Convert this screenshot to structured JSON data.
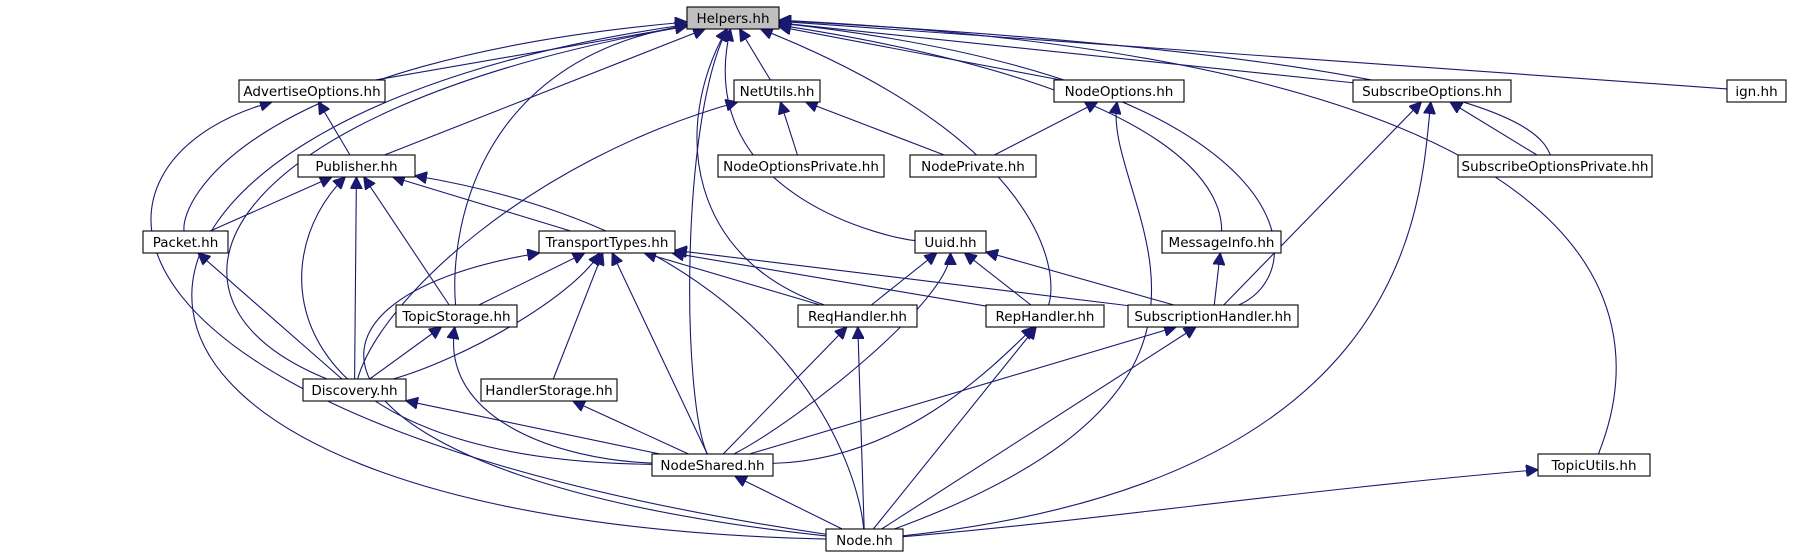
{
  "graph": {
    "title": "",
    "colors": {
      "edge": "#191970",
      "node_border": "#000000",
      "node_fill": "#ffffff",
      "root_fill": "#bfbfbf"
    },
    "nodes": [
      {
        "id": "helpers",
        "label": "Helpers.hh",
        "root": true
      },
      {
        "id": "advertiseoptions",
        "label": "AdvertiseOptions.hh"
      },
      {
        "id": "netutils",
        "label": "NetUtils.hh"
      },
      {
        "id": "nodeoptions",
        "label": "NodeOptions.hh"
      },
      {
        "id": "subscribeoptions",
        "label": "SubscribeOptions.hh"
      },
      {
        "id": "ign",
        "label": "ign.hh"
      },
      {
        "id": "publisher",
        "label": "Publisher.hh"
      },
      {
        "id": "nodeoptionsprivate",
        "label": "NodeOptionsPrivate.hh"
      },
      {
        "id": "nodeprivate",
        "label": "NodePrivate.hh"
      },
      {
        "id": "subscribeoptionsprivate",
        "label": "SubscribeOptionsPrivate.hh"
      },
      {
        "id": "packet",
        "label": "Packet.hh"
      },
      {
        "id": "transporttypes",
        "label": "TransportTypes.hh"
      },
      {
        "id": "uuid",
        "label": "Uuid.hh"
      },
      {
        "id": "messageinfo",
        "label": "MessageInfo.hh"
      },
      {
        "id": "topicstorage",
        "label": "TopicStorage.hh"
      },
      {
        "id": "reqhandler",
        "label": "ReqHandler.hh"
      },
      {
        "id": "rephandler",
        "label": "RepHandler.hh"
      },
      {
        "id": "subscriptionhandler",
        "label": "SubscriptionHandler.hh"
      },
      {
        "id": "discovery",
        "label": "Discovery.hh"
      },
      {
        "id": "handlerstorage",
        "label": "HandlerStorage.hh"
      },
      {
        "id": "nodeshared",
        "label": "NodeShared.hh"
      },
      {
        "id": "topicutils",
        "label": "TopicUtils.hh"
      },
      {
        "id": "node",
        "label": "Node.hh"
      }
    ],
    "edges": [
      {
        "from": "helpers",
        "to": "advertiseoptions"
      },
      {
        "from": "helpers",
        "to": "netutils"
      },
      {
        "from": "helpers",
        "to": "nodeoptions"
      },
      {
        "from": "helpers",
        "to": "subscribeoptions"
      },
      {
        "from": "helpers",
        "to": "ign"
      },
      {
        "from": "helpers",
        "to": "publisher"
      },
      {
        "from": "helpers",
        "to": "packet"
      },
      {
        "from": "helpers",
        "to": "discovery"
      },
      {
        "from": "helpers",
        "to": "topicstorage"
      },
      {
        "from": "helpers",
        "to": "nodeshared"
      },
      {
        "from": "helpers",
        "to": "reqhandler"
      },
      {
        "from": "helpers",
        "to": "uuid"
      },
      {
        "from": "helpers",
        "to": "rephandler"
      },
      {
        "from": "helpers",
        "to": "messageinfo"
      },
      {
        "from": "helpers",
        "to": "subscriptionhandler"
      },
      {
        "from": "helpers",
        "to": "subscribeoptionsprivate"
      },
      {
        "from": "helpers",
        "to": "topicutils"
      },
      {
        "from": "helpers",
        "to": "node"
      },
      {
        "from": "advertiseoptions",
        "to": "publisher"
      },
      {
        "from": "advertiseoptions",
        "to": "node"
      },
      {
        "from": "netutils",
        "to": "nodeoptionsprivate"
      },
      {
        "from": "netutils",
        "to": "nodeprivate"
      },
      {
        "from": "netutils",
        "to": "discovery"
      },
      {
        "from": "nodeoptions",
        "to": "nodeprivate"
      },
      {
        "from": "nodeoptions",
        "to": "node"
      },
      {
        "from": "subscribeoptions",
        "to": "subscribeoptionsprivate"
      },
      {
        "from": "subscribeoptions",
        "to": "subscriptionhandler"
      },
      {
        "from": "subscribeoptions",
        "to": "node"
      },
      {
        "from": "publisher",
        "to": "packet"
      },
      {
        "from": "publisher",
        "to": "transporttypes"
      },
      {
        "from": "publisher",
        "to": "topicstorage"
      },
      {
        "from": "publisher",
        "to": "discovery"
      },
      {
        "from": "publisher",
        "to": "nodeshared"
      },
      {
        "from": "publisher",
        "to": "node"
      },
      {
        "from": "packet",
        "to": "discovery"
      },
      {
        "from": "transporttypes",
        "to": "topicstorage"
      },
      {
        "from": "transporttypes",
        "to": "discovery"
      },
      {
        "from": "transporttypes",
        "to": "handlerstorage"
      },
      {
        "from": "transporttypes",
        "to": "nodeshared"
      },
      {
        "from": "transporttypes",
        "to": "reqhandler"
      },
      {
        "from": "transporttypes",
        "to": "rephandler"
      },
      {
        "from": "transporttypes",
        "to": "subscriptionhandler"
      },
      {
        "from": "transporttypes",
        "to": "node"
      },
      {
        "from": "uuid",
        "to": "reqhandler"
      },
      {
        "from": "uuid",
        "to": "rephandler"
      },
      {
        "from": "uuid",
        "to": "subscriptionhandler"
      },
      {
        "from": "uuid",
        "to": "nodeshared"
      },
      {
        "from": "messageinfo",
        "to": "subscriptionhandler"
      },
      {
        "from": "topicstorage",
        "to": "discovery"
      },
      {
        "from": "topicstorage",
        "to": "nodeshared"
      },
      {
        "from": "reqhandler",
        "to": "nodeshared"
      },
      {
        "from": "reqhandler",
        "to": "node"
      },
      {
        "from": "rephandler",
        "to": "nodeshared"
      },
      {
        "from": "rephandler",
        "to": "node"
      },
      {
        "from": "subscriptionhandler",
        "to": "nodeshared"
      },
      {
        "from": "subscriptionhandler",
        "to": "node"
      },
      {
        "from": "discovery",
        "to": "nodeshared"
      },
      {
        "from": "handlerstorage",
        "to": "nodeshared"
      },
      {
        "from": "nodeshared",
        "to": "node"
      },
      {
        "from": "topicutils",
        "to": "node"
      }
    ]
  }
}
